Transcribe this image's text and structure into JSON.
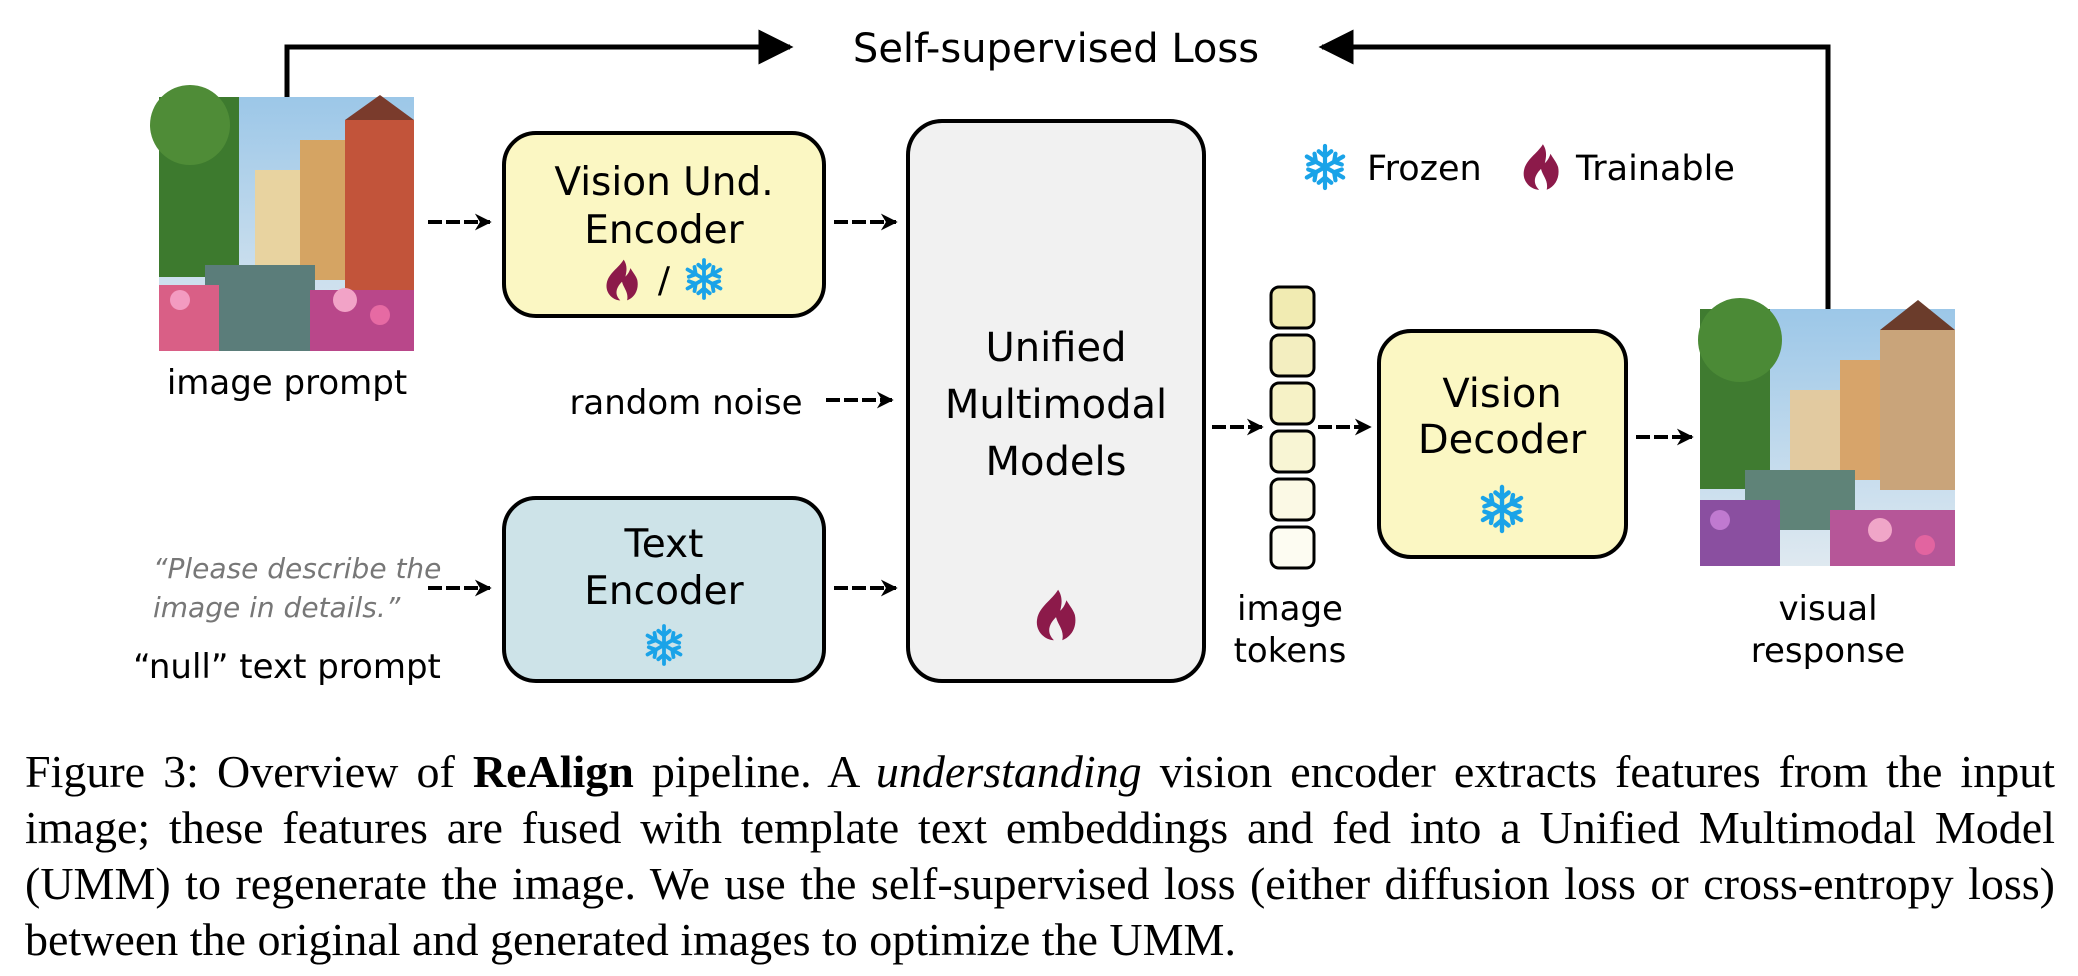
{
  "diagram": {
    "top_label": "Self-supervised Loss",
    "legend": {
      "frozen": "Frozen",
      "trainable": "Trainable"
    },
    "image_prompt_label": "image prompt",
    "random_noise_label": "random noise",
    "text_prompt_quote_line1": "“Please describe the",
    "text_prompt_quote_line2": "image in details.”",
    "null_text_label": "“null” text prompt",
    "vision_encoder": {
      "line1": "Vision Und.",
      "line2": "Encoder",
      "separator": "/"
    },
    "text_encoder": {
      "line1": "Text",
      "line2": "Encoder"
    },
    "umm": {
      "line1": "Unified",
      "line2": "Multimodal",
      "line3": "Models"
    },
    "image_tokens": {
      "line1": "image",
      "line2": "tokens"
    },
    "vision_decoder": {
      "line1": "Vision",
      "line2": "Decoder"
    },
    "visual_response": {
      "line1": "visual",
      "line2": "response"
    },
    "colors": {
      "yellow_box": "#fbf7c3",
      "blue_box": "#cde3e8",
      "gray_box": "#f1f1f1",
      "snowflake": "#1aa3e8",
      "flame": "#8c1a4a"
    },
    "icons": {
      "frozen": "snowflake-icon",
      "trainable": "flame-icon"
    }
  },
  "caption": {
    "prefix": "Figure 3: Overview of ",
    "bold": "ReAlign",
    "part2": " pipeline. A ",
    "italic": "understanding",
    "part3": " vision encoder extracts features from the input image; these features are fused with template text embeddings and fed into a Unified Multimodal Model (UMM) to regenerate the image. We use the self-supervised loss (either diffusion loss or cross-entropy loss) between the original and generated images to optimize the UMM."
  }
}
